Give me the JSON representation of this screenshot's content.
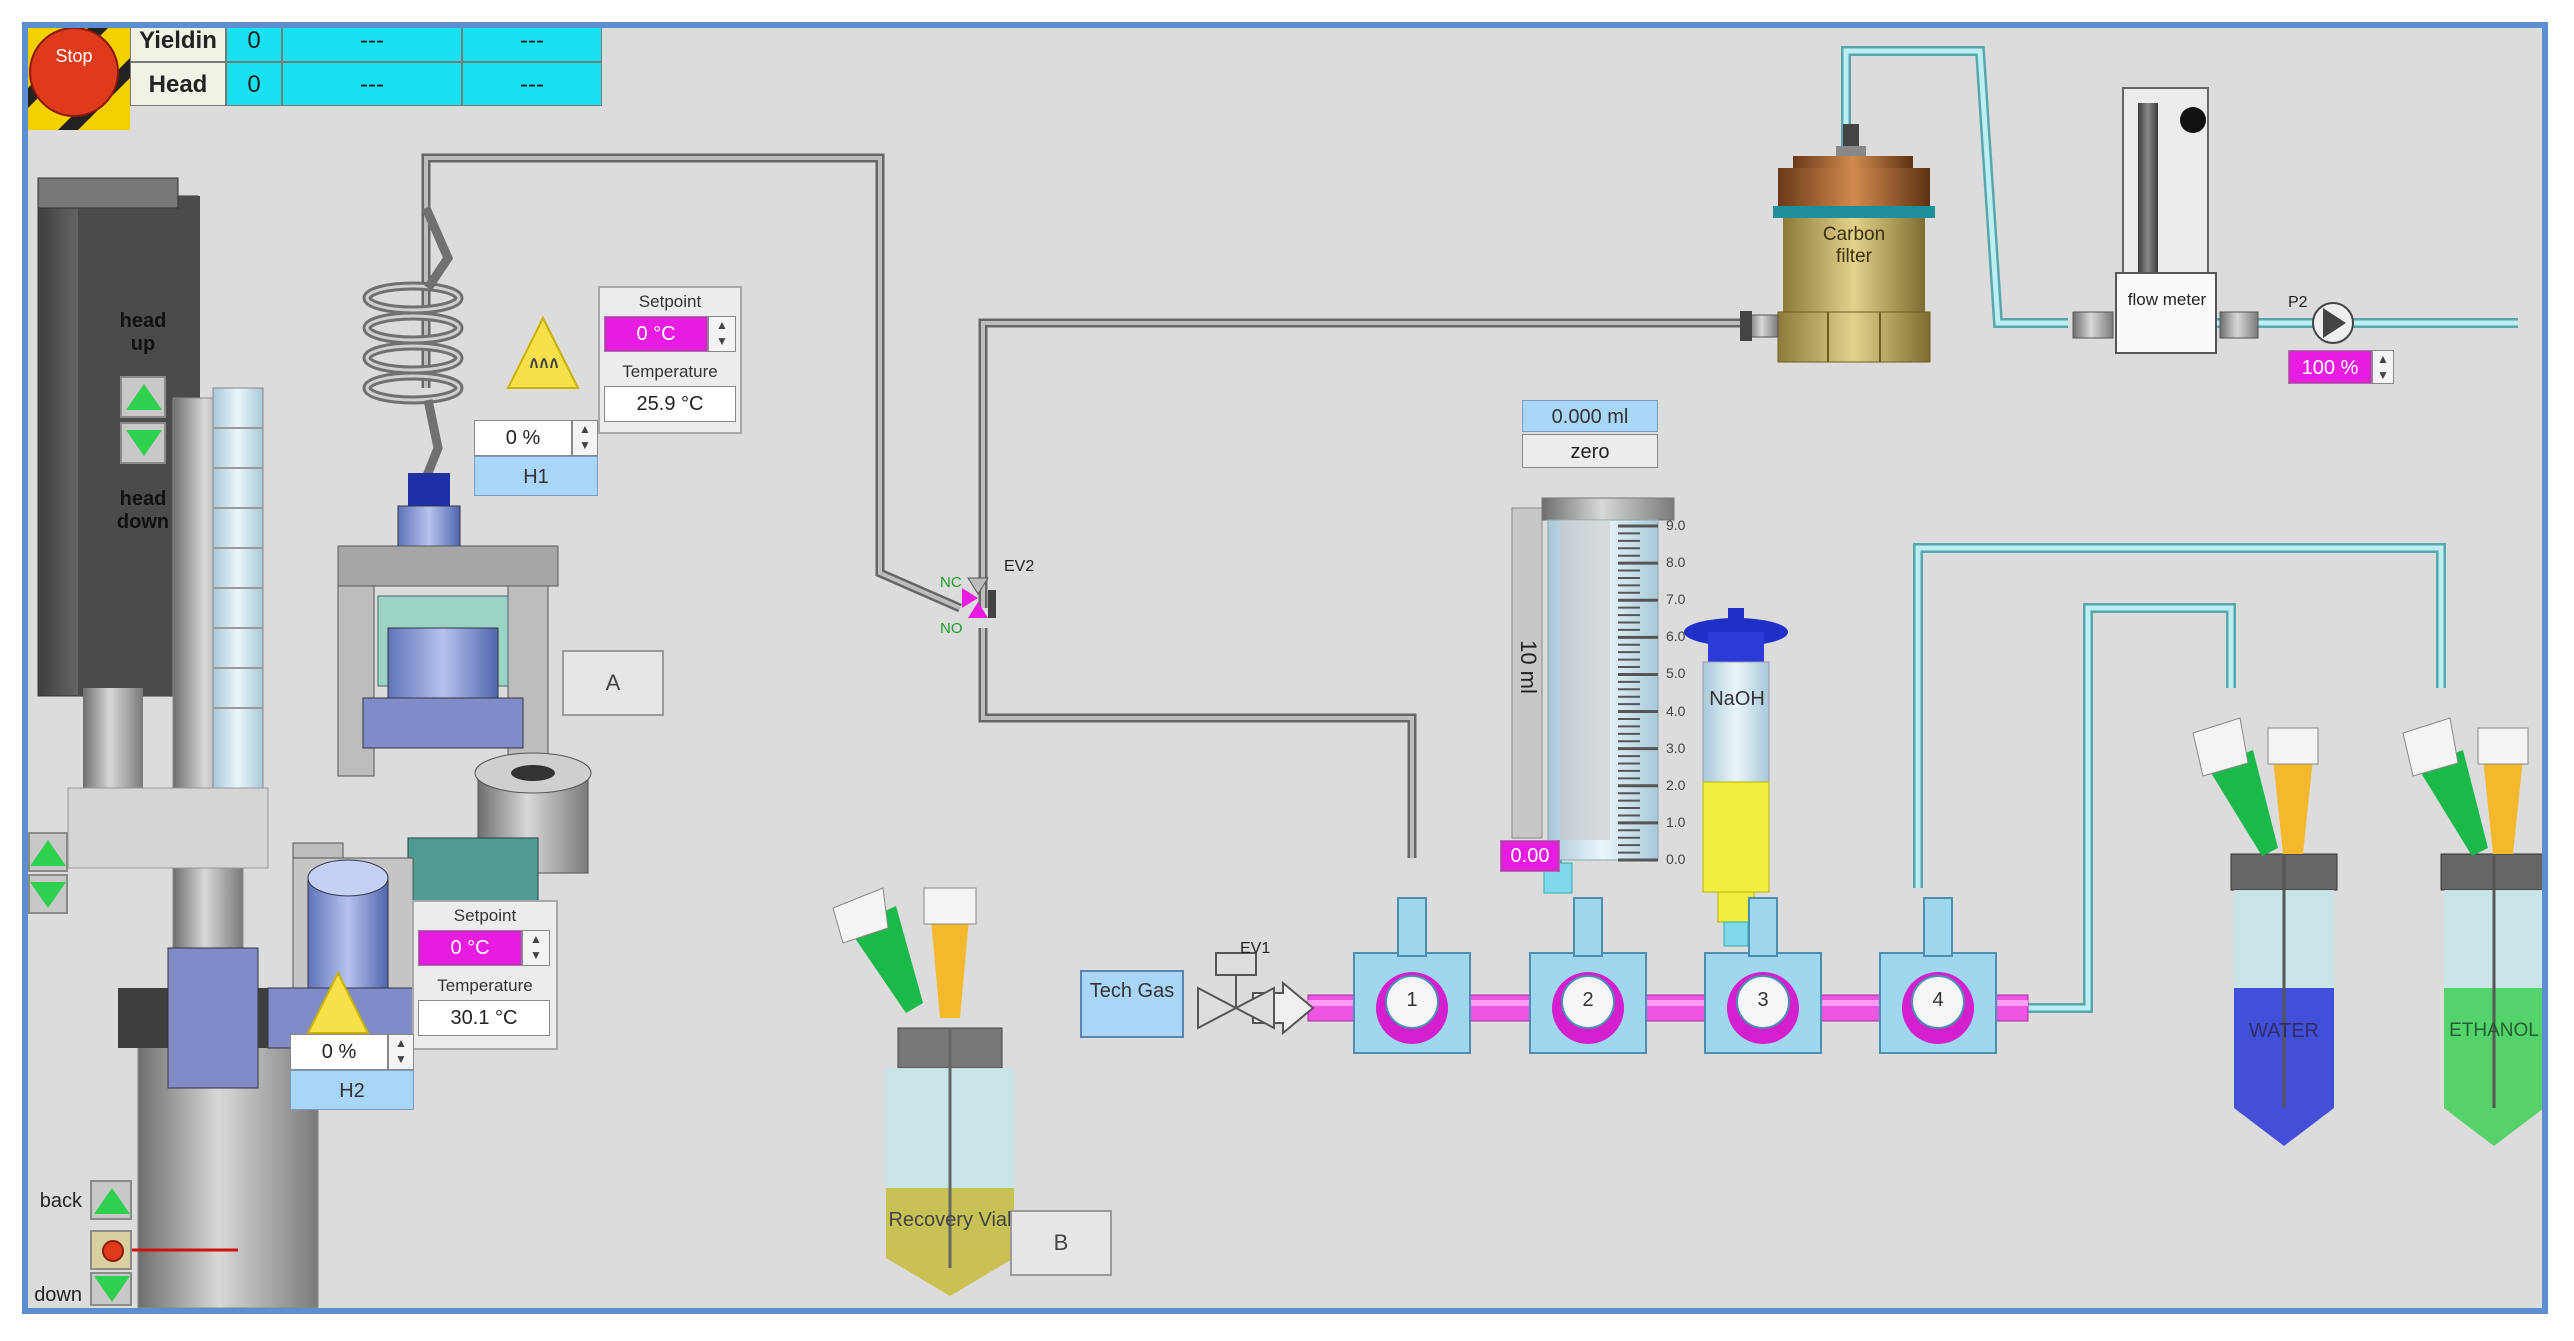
{
  "status_table": {
    "rows": [
      {
        "label": "Yieldin",
        "value": "0",
        "col2": "---",
        "col3": "---"
      },
      {
        "label": "Head",
        "value": "0",
        "col2": "---",
        "col3": "---"
      }
    ]
  },
  "stop_button": {
    "label": "Stop"
  },
  "head_column": {
    "up_label": "head up",
    "down_label": "head down"
  },
  "heater_top": {
    "setpoint_title": "Setpoint",
    "setpoint_value": "0 °C",
    "temperature_title": "Temperature",
    "temperature_value": "25.9 °C",
    "power_value": "0 %",
    "name": "H1"
  },
  "heater_bottom": {
    "setpoint_title": "Setpoint",
    "setpoint_value": "0 °C",
    "temperature_title": "Temperature",
    "temperature_value": "30.1 °C",
    "power_value": "0 %",
    "name": "H2"
  },
  "valve_ev2": {
    "label": "EV2",
    "port_nc": "NC",
    "port_no": "NO"
  },
  "valve_ev1": {
    "label": "EV1"
  },
  "tech_gas_button": {
    "label": "Tech Gas"
  },
  "button_a": {
    "label": "A"
  },
  "button_b": {
    "label": "B"
  },
  "carbon_filter": {
    "label": "Carbon filter"
  },
  "flow_meter": {
    "label": "flow meter",
    "valve_label": "P2",
    "percent_value": "100 %"
  },
  "syringe": {
    "volume_readout": "0.000 ml",
    "state_readout": "zero",
    "name": "10 ml",
    "position_value": "0.00",
    "scale": [
      "9.0",
      "8.0",
      "7.0",
      "6.0",
      "5.0",
      "4.0",
      "3.0",
      "2.0",
      "1.0",
      "0.0"
    ]
  },
  "naoh_syringe": {
    "label": "NaOH"
  },
  "manifold_valves": [
    "1",
    "2",
    "3",
    "4"
  ],
  "vials": {
    "recovery": "Recovery Vial",
    "water": "WATER",
    "ethanol": "ETHANOL"
  },
  "side_controls": {
    "back_label": "back",
    "down_label": "down"
  },
  "colors": {
    "border": "#5b8fd0",
    "cyan": "#17e2f2",
    "magenta": "#e81ce0",
    "tubing": "#a9e6ea",
    "gas_line": "#888888"
  }
}
